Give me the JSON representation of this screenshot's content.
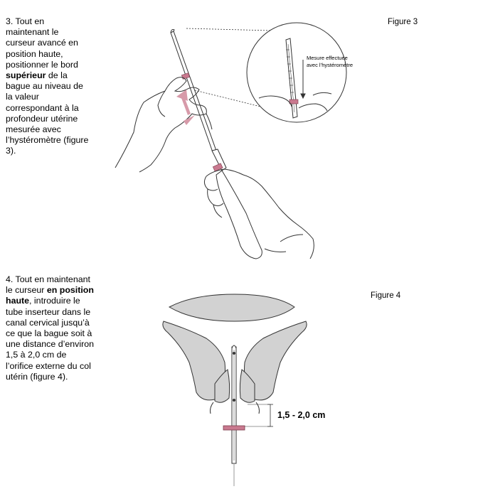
{
  "step3": {
    "text_a": "3. Tout en maintenant le curseur avancé en position haute, positionner le bord ",
    "bold": "supérieur",
    "text_b": " de la bague au niveau de la valeur correspondant à la profondeur utérine mesurée avec l’hystéromètre (figure 3)."
  },
  "step4": {
    "text_a": "4. Tout en maintenant le curseur ",
    "bold": "en position haute",
    "text_b": ", introduire le tube inserteur dans le canal cervical jusqu’à ce que la bague soit à une distance d’environ 1,5 à 2,0 cm de l’orifice externe du col utérin (figure 4)."
  },
  "figure3": {
    "label": "Figure 3",
    "callout_line1": "Mesure     effectuée",
    "callout_line2": "avec l’hystéromètre"
  },
  "figure4": {
    "label": "Figure 4",
    "measurement": "1,5 - 2,0 cm"
  },
  "colors": {
    "line": "#333333",
    "tissue": "#d2d2d2",
    "ring": "#c9798f",
    "arrow": "#d79aa9"
  }
}
